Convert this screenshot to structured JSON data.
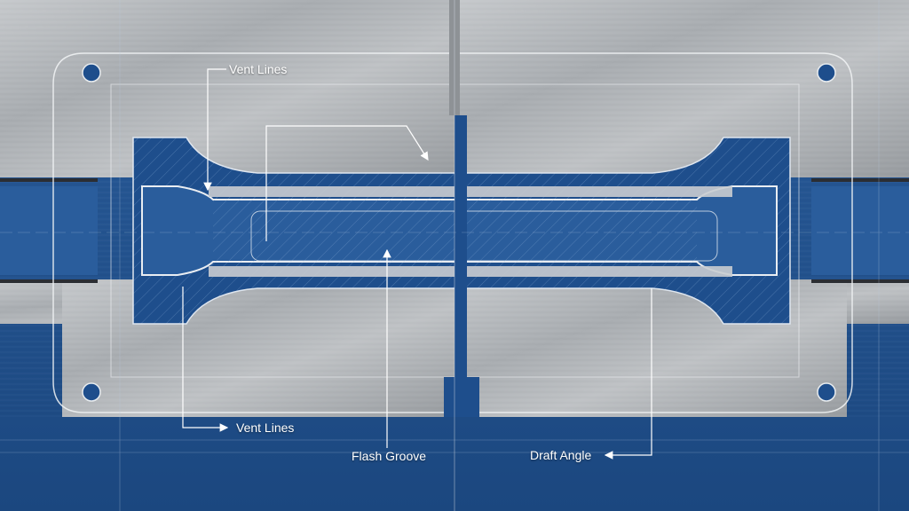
{
  "labels": {
    "vent_lines_top": "Vent Lines",
    "vent_lines_bottom": "Vent Lines",
    "flash_groove": "Flash Groove",
    "draft_angle": "Draft Angle"
  },
  "colors": {
    "blueprint_blue": "#1f4f8a",
    "cavity_blue": "#1e4e8c",
    "steel_light": "#b9bcbf",
    "steel_dark": "#8e9296",
    "line_white": "#ffffff"
  }
}
